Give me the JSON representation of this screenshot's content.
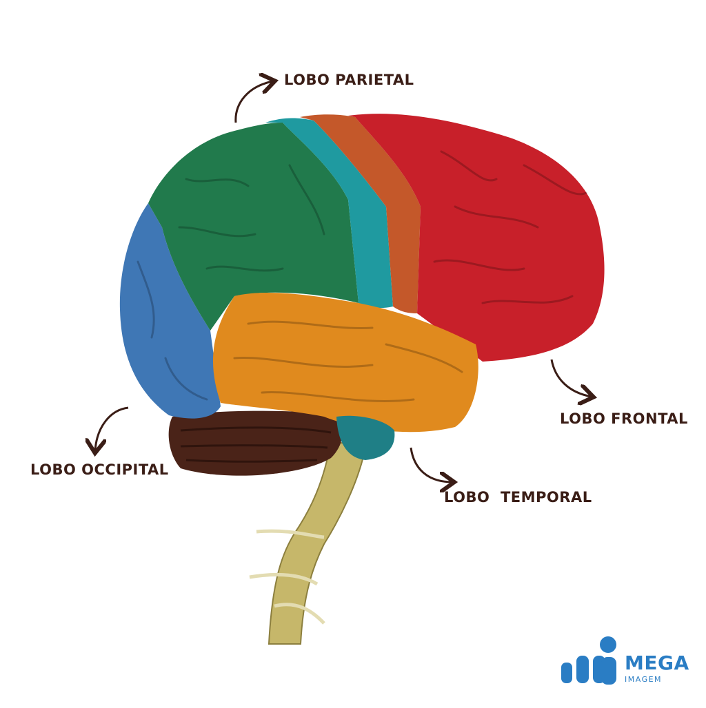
{
  "labels": {
    "parietal": "LOBO PARIETAL",
    "frontal": "LOBO FRONTAL",
    "occipital": "LOBO OCCIPITAL",
    "temporal": "LOBO  TEMPORAL"
  },
  "logo": {
    "name": "MEGA",
    "subtitle": "IMAGEM",
    "color": "#2a7dc4"
  },
  "colors": {
    "frontal": "#c8202a",
    "motor_strip": "#c4582a",
    "sensory_strip": "#1f9aa0",
    "parietal": "#217a4c",
    "occipital": "#3f77b5",
    "temporal": "#e08a1e",
    "cerebellum": "#4a2318",
    "brainstem": "#c6b76a",
    "arrow": "#3a1d16"
  }
}
